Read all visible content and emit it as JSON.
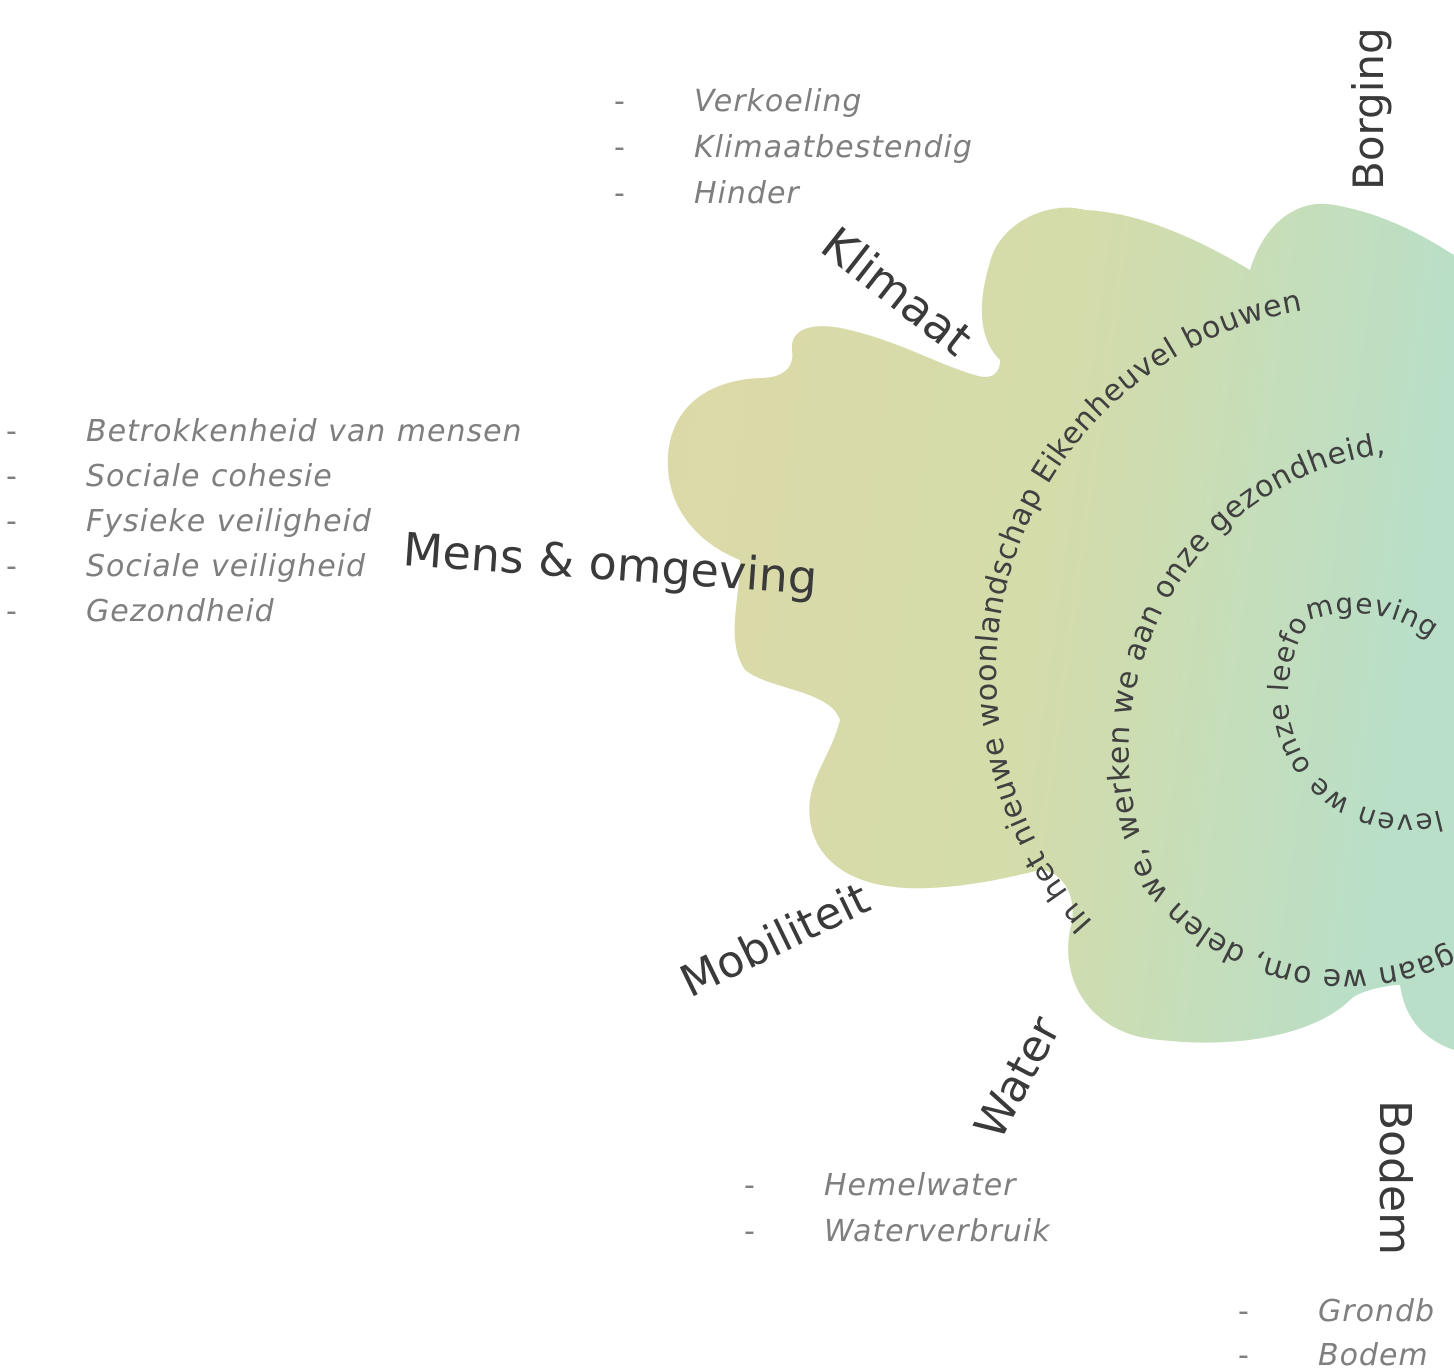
{
  "spiral_text": {
    "outer": "In het nieuwe woonlandschap Eikenheuvel bouwen",
    "middle": "gaan we om, delen we, werken we aan onze gezondheid,",
    "inner": "leven we onze leefomgeving"
  },
  "themes": [
    {
      "id": "klimaat",
      "label": "Klimaat",
      "items": [
        "Verkoeling",
        "Klimaatbestendig",
        "Hinder"
      ]
    },
    {
      "id": "borging",
      "label": "Borging",
      "items": []
    },
    {
      "id": "mens-omgeving",
      "label": "Mens & omgeving",
      "items": [
        "Betrokkenheid van mensen",
        "Sociale cohesie",
        "Fysieke veiligheid",
        "Sociale veiligheid",
        "Gezondheid"
      ]
    },
    {
      "id": "mobiliteit",
      "label": "Mobiliteit",
      "items": []
    },
    {
      "id": "water",
      "label": "Water",
      "items": [
        "Hemelwater",
        "Waterverbruik"
      ]
    },
    {
      "id": "bodem",
      "label": "Bodem",
      "items": [
        "Grondb",
        "Bodem"
      ]
    }
  ],
  "bullet": "-",
  "colors": {
    "shape_left": "#ddd9a8",
    "shape_right": "#b9dfc8",
    "label": "#3a3a3a",
    "list": "#7f7f7f",
    "spiral": "#404040"
  }
}
